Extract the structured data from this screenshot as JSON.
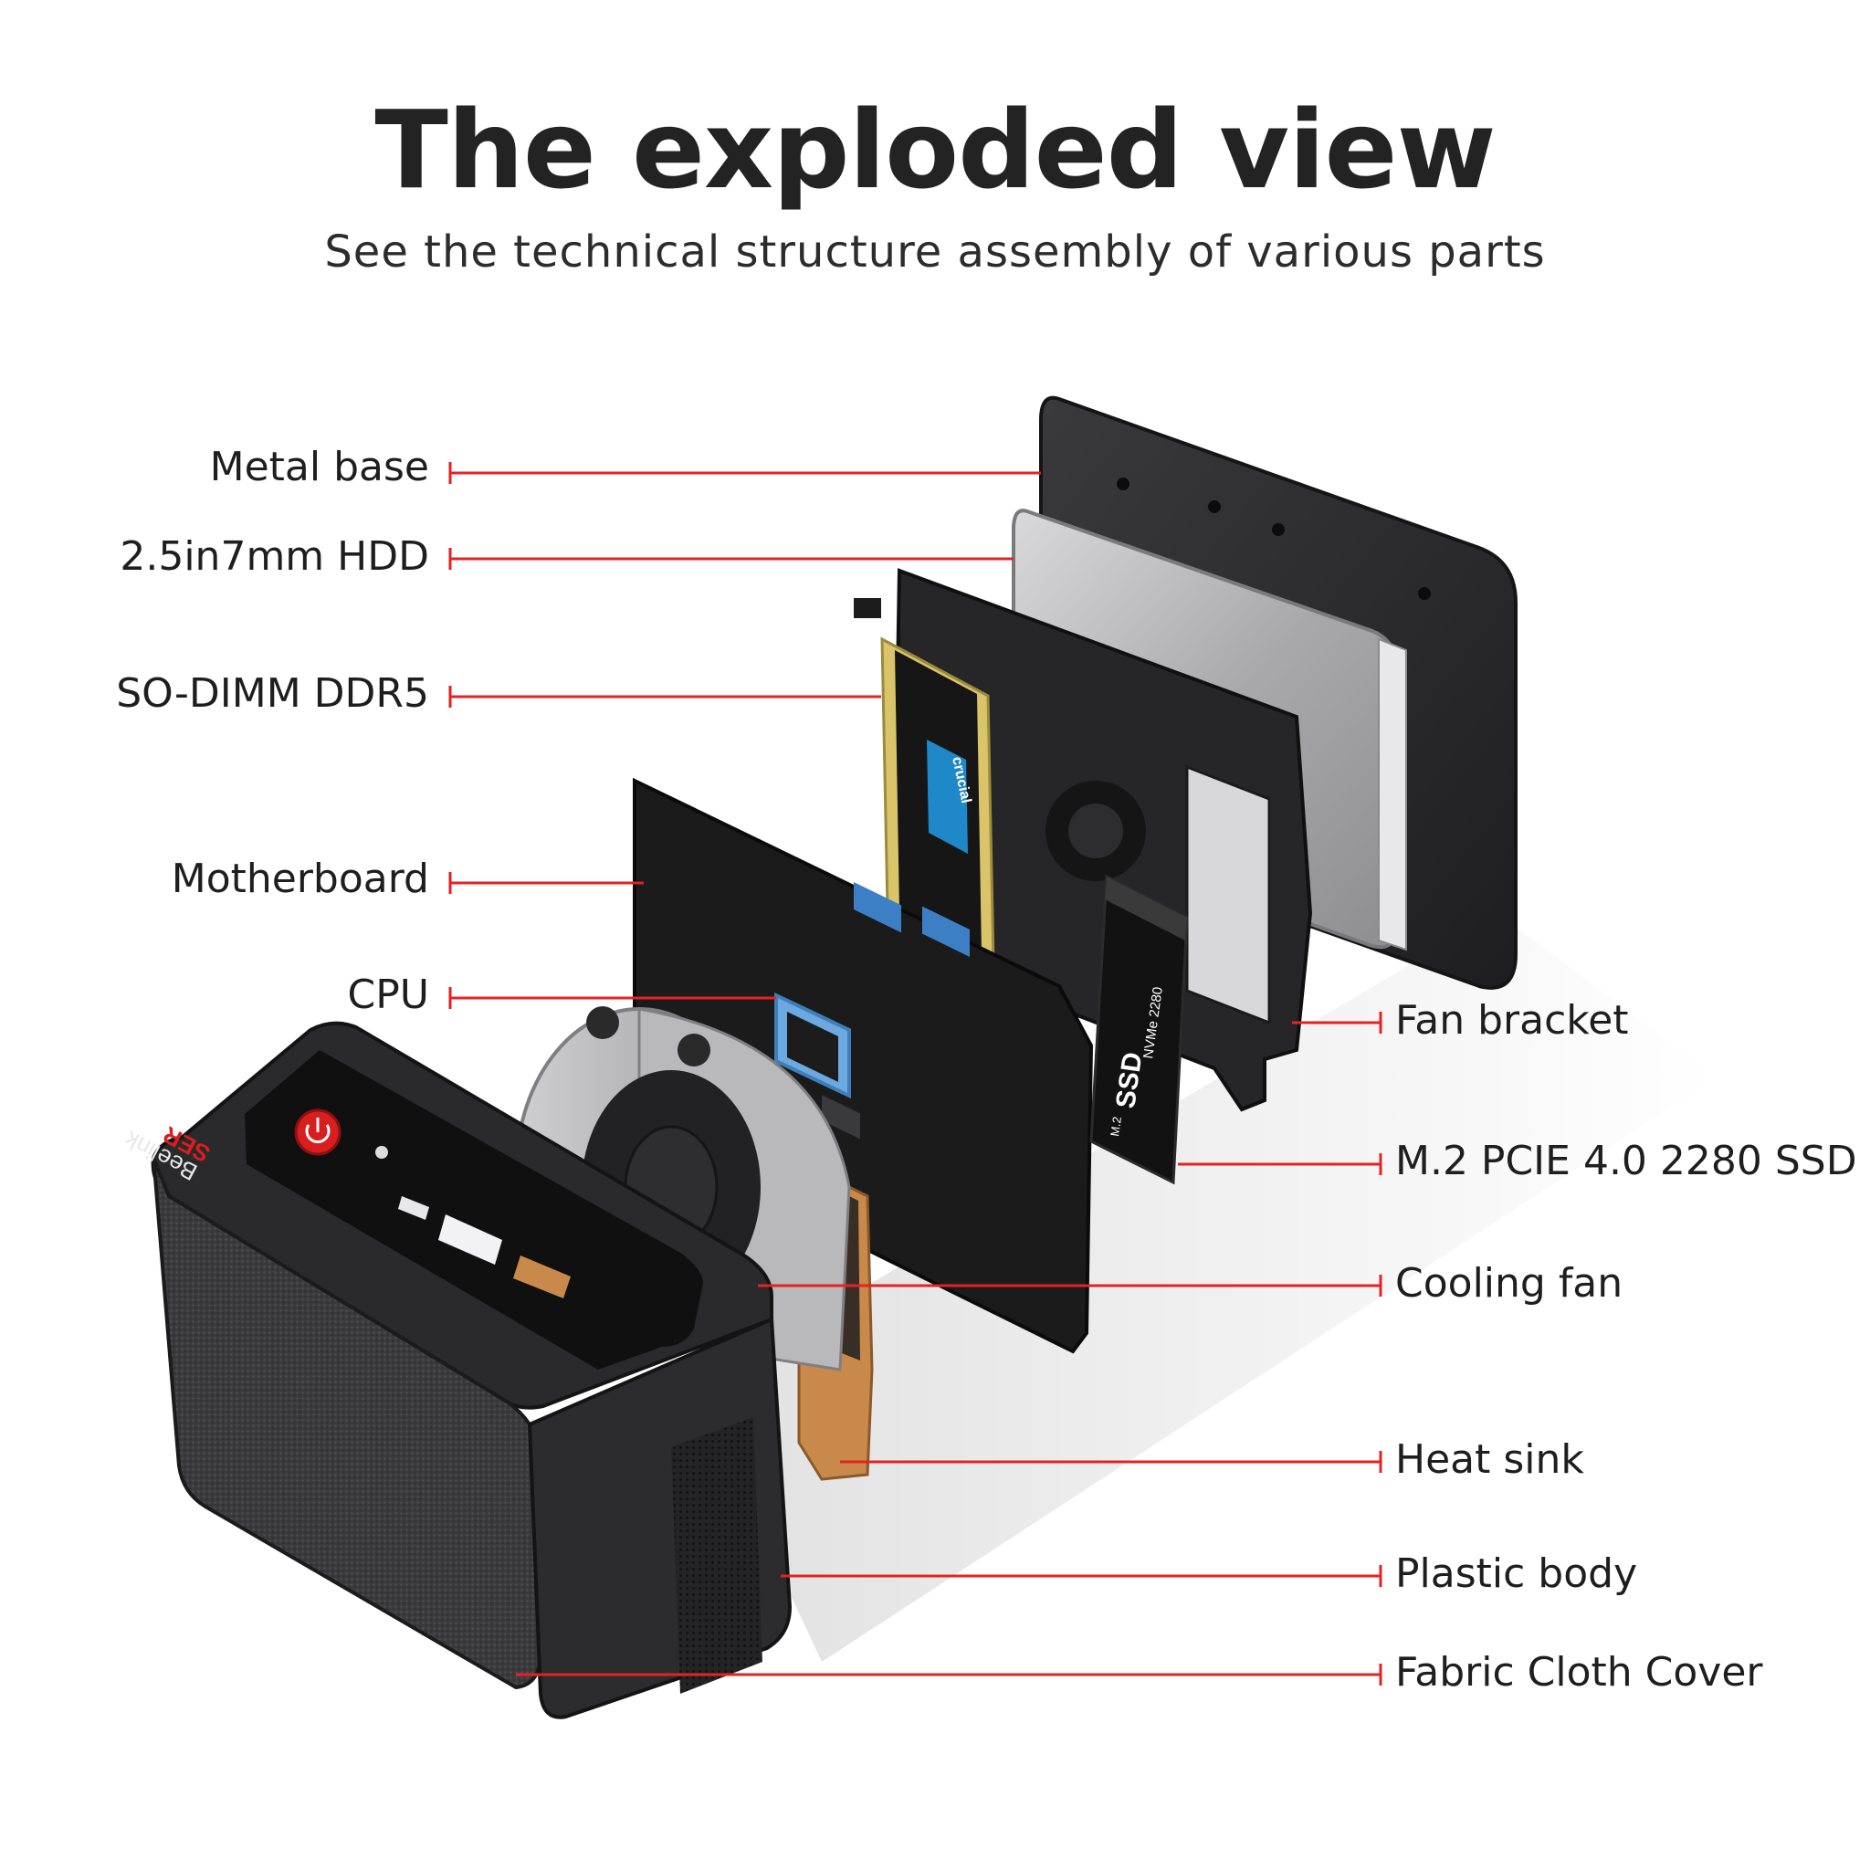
{
  "header": {
    "title": "The exploded view",
    "subtitle": "See the technical structure assembly of various parts"
  },
  "labels_left": [
    {
      "id": "metal-base",
      "text": "Metal base"
    },
    {
      "id": "hdd",
      "text": "2.5in7mm HDD"
    },
    {
      "id": "so-dimm",
      "text": "SO-DIMM DDR5"
    },
    {
      "id": "motherboard",
      "text": "Motherboard"
    },
    {
      "id": "cpu",
      "text": "CPU"
    }
  ],
  "labels_right": [
    {
      "id": "fan-bracket",
      "text": "Fan bracket"
    },
    {
      "id": "ssd",
      "text": "M.2 PCIE 4.0 2280 SSD"
    },
    {
      "id": "cooling-fan",
      "text": "Cooling fan"
    },
    {
      "id": "heat-sink",
      "text": "Heat sink"
    },
    {
      "id": "plastic-body",
      "text": "Plastic body"
    },
    {
      "id": "fabric-cover",
      "text": "Fabric Cloth Cover"
    }
  ],
  "component_markings": {
    "ram_brand": "crucial",
    "ssd_text": "SSD",
    "ssd_sub": "NVMe 2280",
    "ssd_m2": "M.2",
    "device_brand": "Beelink",
    "device_model": "SER"
  },
  "colors": {
    "leader_line": "#e52222",
    "power_button": "#d81e1e",
    "device_body": "#2a2a2c",
    "fabric": "#3a3a3c",
    "board": "#1b1b1b",
    "copper": "#c8894a",
    "ram_label": "#1e88c8"
  }
}
